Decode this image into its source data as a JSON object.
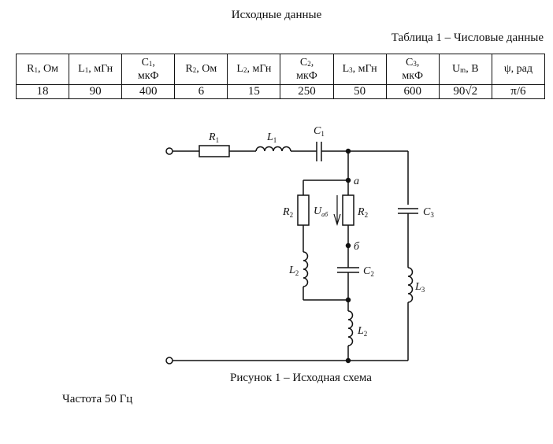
{
  "heading": "Исходные данные",
  "table_caption": "Таблица 1 – Числовые данные",
  "table": {
    "headers": [
      {
        "sym": "R",
        "sub": "1",
        "unit": ", Ом"
      },
      {
        "sym": "L",
        "sub": "1",
        "unit": ", мГн"
      },
      {
        "sym": "C",
        "sub": "1",
        "unit": ",",
        "unit2": "мкФ"
      },
      {
        "sym": "R",
        "sub": "2",
        "unit": ", Ом"
      },
      {
        "sym": "L",
        "sub": "2",
        "unit": ", мГн"
      },
      {
        "sym": "C",
        "sub": "2",
        "unit": ",",
        "unit2": "мкФ"
      },
      {
        "sym": "L",
        "sub": "3",
        "unit": ", мГн"
      },
      {
        "sym": "C",
        "sub": "3",
        "unit": ",",
        "unit2": "мкФ"
      },
      {
        "sym": "U",
        "sub": "m",
        "unit": ", В"
      },
      {
        "sym": "ψ",
        "sub": "",
        "unit": ", рад"
      }
    ],
    "values": [
      "18",
      "90",
      "400",
      "6",
      "15",
      "250",
      "50",
      "600",
      "90√2",
      "π/6"
    ]
  },
  "circuit": {
    "labels": {
      "R1": {
        "sym": "R",
        "sub": "1"
      },
      "L1": {
        "sym": "L",
        "sub": "1"
      },
      "C1": {
        "sym": "C",
        "sub": "1"
      },
      "R2_left": {
        "sym": "R",
        "sub": "2"
      },
      "R2_right": {
        "sym": "R",
        "sub": "2"
      },
      "Uab": {
        "sym": "U",
        "sub": "аб"
      },
      "L2_branch": {
        "sym": "L",
        "sub": "2"
      },
      "C2": {
        "sym": "C",
        "sub": "2"
      },
      "C3": {
        "sym": "C",
        "sub": "3"
      },
      "L3": {
        "sym": "L",
        "sub": "3"
      },
      "L2_bottom": {
        "sym": "L",
        "sub": "2"
      },
      "node_a": "a",
      "node_b": "б"
    }
  },
  "figure_caption": "Рисунок 1 – Исходная схема",
  "frequency_note": "Частота 50 Гц"
}
